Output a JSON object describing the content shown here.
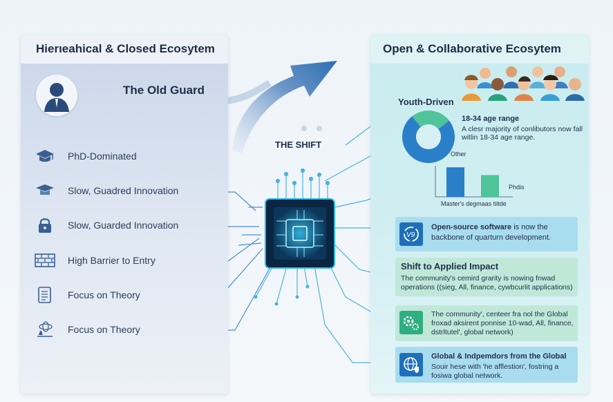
{
  "left_panel": {
    "title": "Hierıeahical & Closed Ecosytem",
    "persona": "The Old Guard",
    "items": [
      {
        "label": "PhD-Dominated",
        "icon": "graduation-cap-icon"
      },
      {
        "label": "Slow, Guadred Innovation",
        "icon": "mortarboard-icon"
      },
      {
        "label": "Slow, Guarded Innovation",
        "icon": "padlock-icon"
      },
      {
        "label": "High Barrier to Entry",
        "icon": "brick-wall-icon"
      },
      {
        "label": "Focus on Theory",
        "icon": "document-scroll-icon"
      },
      {
        "label": "Focus on Theory",
        "icon": "atom-flask-icon"
      }
    ]
  },
  "center": {
    "shift_label": "THE SHIFT"
  },
  "right_panel": {
    "title": "Open & Collaborative Ecosytem",
    "youth": {
      "title": "Youth-Driven",
      "age_range": "18-34 age range",
      "description_1": "A clesr majority of conlibutors now fall",
      "description_2": "witlin 18-34 age range.",
      "other_label": "Other"
    },
    "bars": {
      "phd_label": "Phdis",
      "masters_label": "Master's degmaas tiitde"
    },
    "cards": [
      {
        "icon": "open-source-cycle-icon",
        "text_1_bold": "Open-source software",
        "text_1_rest": " is now the",
        "text_2": "backbone of quarturn development."
      },
      {
        "title": "Shift to Applied Impact",
        "text_1": "The community's cemird grarity is nowing fnwad",
        "text_2": "operations ((sieg, All, finance, cywbcurlit applications)"
      },
      {
        "icon": "gears-icon",
        "text_1": "The community', centeer fra nol the Global",
        "text_2": "froxad aksirent ponnise 10-wad, All, finance,",
        "text_3": "dstrltutel', global network)"
      },
      {
        "icon": "globe-shield-icon",
        "title": "Global & Indpemdors from the Global",
        "text_1": "Souir hese with 'he afflestion', fostring a",
        "text_2": "fosiwa global network."
      }
    ]
  },
  "chart_data": {
    "type": "pie",
    "labels": [
      "18-34 age range",
      "Other"
    ],
    "values": [
      75,
      25
    ],
    "colors": [
      "#2a7fc9",
      "#4fc39a"
    ],
    "bar_chart": {
      "type": "bar",
      "categories": [
        "Master's degmaas tiitde",
        "Phdis"
      ],
      "values": [
        0.95,
        0.7
      ],
      "colors": [
        "#2a7fc9",
        "#4fc39a"
      ]
    }
  },
  "colors": {
    "left_accent": "#3b5f91",
    "right_accent": "#1e8bc3",
    "chip_glow": "#25b6e8",
    "card_blue": "#a9dcef",
    "card_green": "#bfe8d8"
  }
}
